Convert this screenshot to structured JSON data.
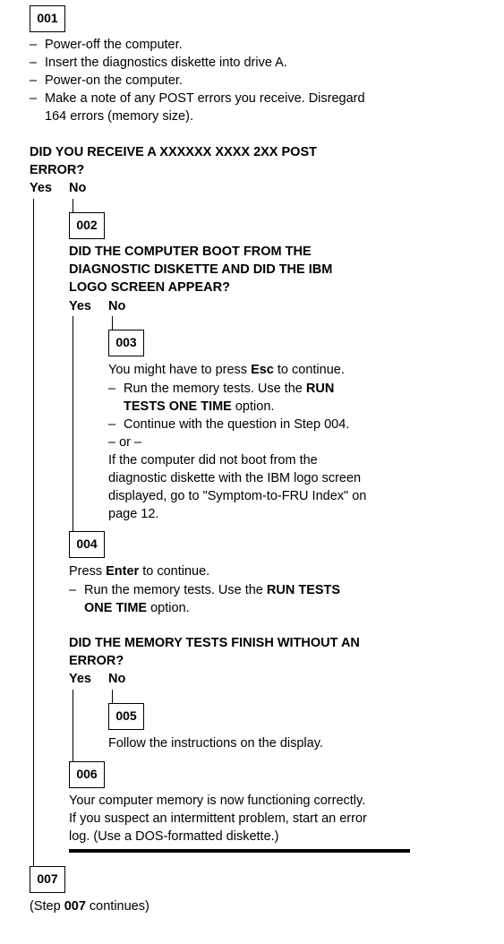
{
  "step001": {
    "number": "001",
    "bullets": [
      "Power-off the computer.",
      "Insert the diagnostics diskette into drive A.",
      "Power-on the computer.",
      "Make a note of any POST errors you receive.  Disregard"
    ],
    "bullet4_cont": "164 errors (memory size).",
    "question_line1": "DID YOU RECEIVE A XXXXXX XXXX  2XX POST",
    "question_line2": "ERROR?",
    "yes": "Yes",
    "no": "No"
  },
  "step002": {
    "number": "002",
    "question_line1": "DID THE COMPUTER BOOT FROM THE",
    "question_line2": "DIAGNOSTIC DISKETTE AND DID THE IBM",
    "question_line3": "LOGO SCREEN APPEAR?",
    "yes": "Yes",
    "no": "No"
  },
  "step003": {
    "number": "003",
    "intro_pre": "You might have to press ",
    "intro_key": "Esc",
    "intro_post": " to continue.",
    "b1_pre": "Run the memory tests.  Use the ",
    "b1_bold1": "RUN",
    "b1_bold2": "TESTS ONE TIME",
    "b1_post": " option.",
    "b2": "Continue with the question in Step 004.",
    "or": "– or –",
    "p_line1": "If the computer did not boot from the",
    "p_line2": "diagnostic diskette with the IBM logo screen",
    "p_line3": "displayed, go to \"Symptom-to-FRU Index\" on",
    "p_line4": "page 12."
  },
  "step004": {
    "number": "004",
    "intro_pre": "Press ",
    "intro_key": "Enter",
    "intro_post": " to continue.",
    "b1_pre": "Run the memory tests.  Use the ",
    "b1_bold1": "RUN TESTS",
    "b1_bold2": "ONE TIME",
    "b1_post": " option.",
    "question_line1": "DID THE MEMORY TESTS FINISH WITHOUT AN",
    "question_line2": "ERROR?",
    "yes": "Yes",
    "no": "No"
  },
  "step005": {
    "number": "005",
    "text": "Follow the instructions on the display."
  },
  "step006": {
    "number": "006",
    "line1": "Your computer memory is now functioning correctly.",
    "line2": "If you suspect an intermittent problem, start an error",
    "line3": "log.  (Use a DOS-formatted diskette.)"
  },
  "step007": {
    "number": "007",
    "cont_pre": "(Step ",
    "cont_num": "007",
    "cont_post": " continues)"
  },
  "dash_glyph": "–"
}
